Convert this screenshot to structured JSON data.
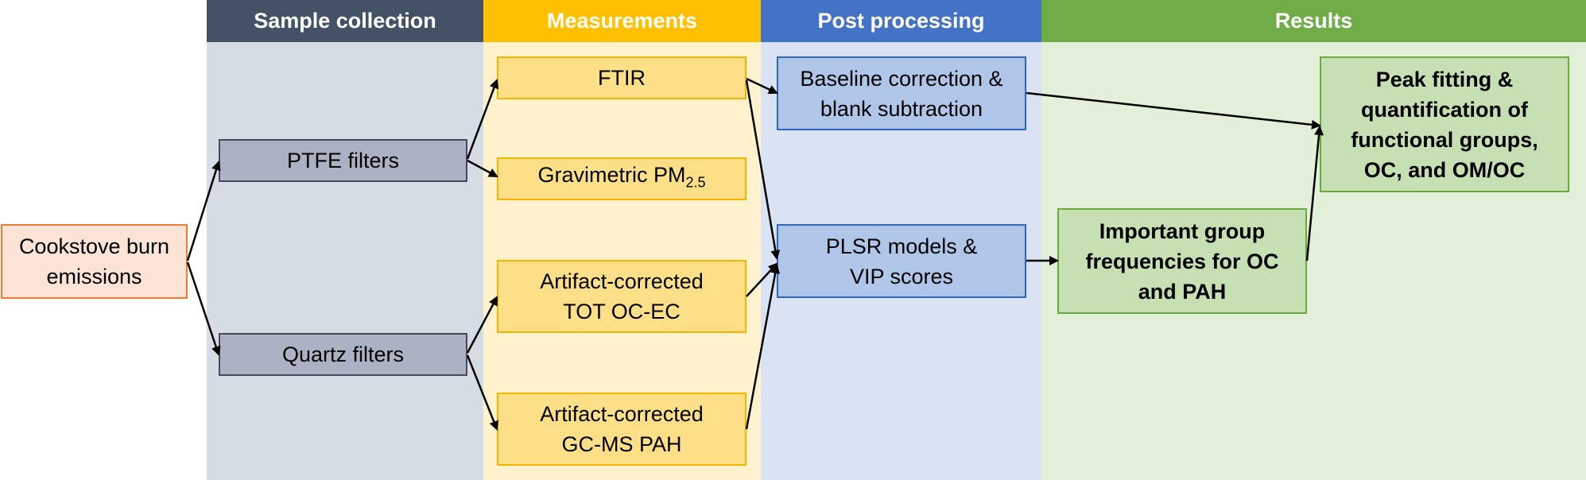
{
  "columns": {
    "sample": "Sample collection",
    "measurements": "Measurements",
    "post": "Post processing",
    "results": "Results"
  },
  "boxes": {
    "cookstove_l1": "Cookstove burn",
    "cookstove_l2": "emissions",
    "ptfe": "PTFE filters",
    "quartz": "Quartz filters",
    "ftir": "FTIR",
    "gravimetric": "Gravimetric PM",
    "gravimetric_sub": "2.5",
    "tot_l1": "Artifact-corrected",
    "tot_l2": "TOT OC-EC",
    "gcms_l1": "Artifact-corrected",
    "gcms_l2": "GC-MS PAH",
    "baseline_l1": "Baseline correction &",
    "baseline_l2": "blank subtraction",
    "plsr_l1": "PLSR models &",
    "plsr_l2": "VIP scores",
    "important_l1": "Important group",
    "important_l2": "frequencies for OC",
    "important_l3": "and PAH",
    "peak_l1": "Peak fitting &",
    "peak_l2": "quantification of",
    "peak_l3": "functional groups,",
    "peak_l4": "OC, and OM/OC"
  },
  "colors": {
    "sample_header": "#445266",
    "sample_body": "#d6dce4",
    "measurements_header": "#fec000",
    "measurements_body": "#fff2cc",
    "post_header": "#4473c5",
    "post_body": "#dae3f3",
    "results_header": "#70ad47",
    "results_body": "#e2f0d9"
  }
}
